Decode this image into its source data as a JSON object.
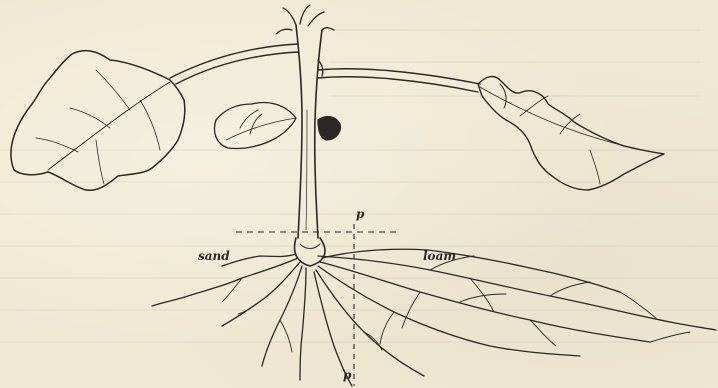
{
  "figure": {
    "labels": {
      "sand": "sand",
      "loam": "loam",
      "point_top": "p",
      "point_bottom": "p"
    },
    "colors": {
      "paper": "#efe8d3",
      "ink": "#2b2722"
    }
  }
}
